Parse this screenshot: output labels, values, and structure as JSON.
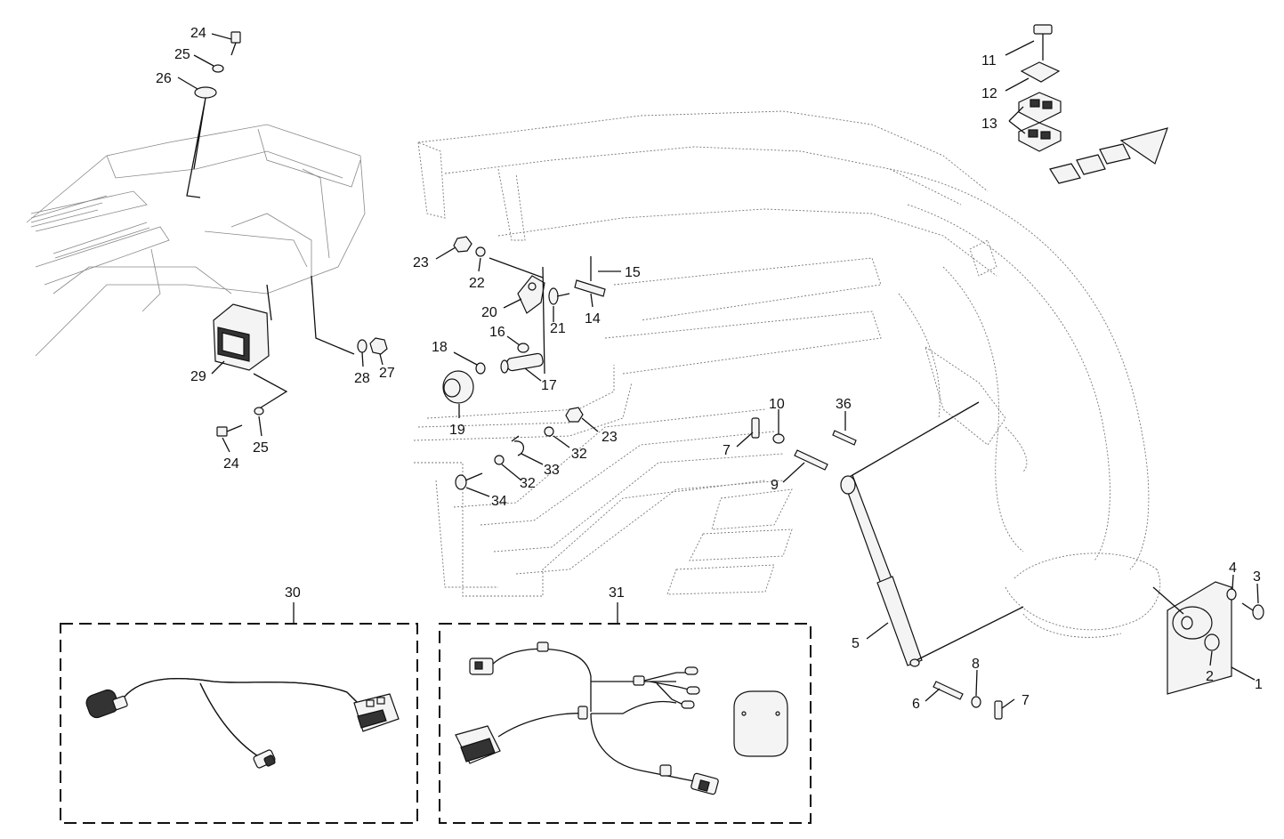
{
  "callouts": [
    {
      "id": "c24a",
      "text": "24"
    },
    {
      "id": "c25a",
      "text": "25"
    },
    {
      "id": "c26",
      "text": "26"
    },
    {
      "id": "c29",
      "text": "29"
    },
    {
      "id": "c28",
      "text": "28"
    },
    {
      "id": "c27",
      "text": "27"
    },
    {
      "id": "c24b",
      "text": "24"
    },
    {
      "id": "c25b",
      "text": "25"
    },
    {
      "id": "c23a",
      "text": "23"
    },
    {
      "id": "c22",
      "text": "22"
    },
    {
      "id": "c20",
      "text": "20"
    },
    {
      "id": "c21",
      "text": "21"
    },
    {
      "id": "c15",
      "text": "15"
    },
    {
      "id": "c14",
      "text": "14"
    },
    {
      "id": "c16",
      "text": "16"
    },
    {
      "id": "c18",
      "text": "18"
    },
    {
      "id": "c17",
      "text": "17"
    },
    {
      "id": "c19",
      "text": "19"
    },
    {
      "id": "c23b",
      "text": "23"
    },
    {
      "id": "c32a",
      "text": "32"
    },
    {
      "id": "c33",
      "text": "33"
    },
    {
      "id": "c32b",
      "text": "32"
    },
    {
      "id": "c34",
      "text": "34"
    },
    {
      "id": "c11",
      "text": "11"
    },
    {
      "id": "c12",
      "text": "12"
    },
    {
      "id": "c13",
      "text": "13"
    },
    {
      "id": "c10",
      "text": "10"
    },
    {
      "id": "c36",
      "text": "36"
    },
    {
      "id": "c7a",
      "text": "7"
    },
    {
      "id": "c9",
      "text": "9"
    },
    {
      "id": "c5",
      "text": "5"
    },
    {
      "id": "c8",
      "text": "8"
    },
    {
      "id": "c6",
      "text": "6"
    },
    {
      "id": "c7b",
      "text": "7"
    },
    {
      "id": "c4",
      "text": "4"
    },
    {
      "id": "c3",
      "text": "3"
    },
    {
      "id": "c2",
      "text": "2"
    },
    {
      "id": "c1",
      "text": "1"
    },
    {
      "id": "c30",
      "text": "30"
    },
    {
      "id": "c31",
      "text": "31"
    }
  ],
  "colors": {
    "line": "#111111",
    "faint": "#888888",
    "background": "#ffffff"
  }
}
